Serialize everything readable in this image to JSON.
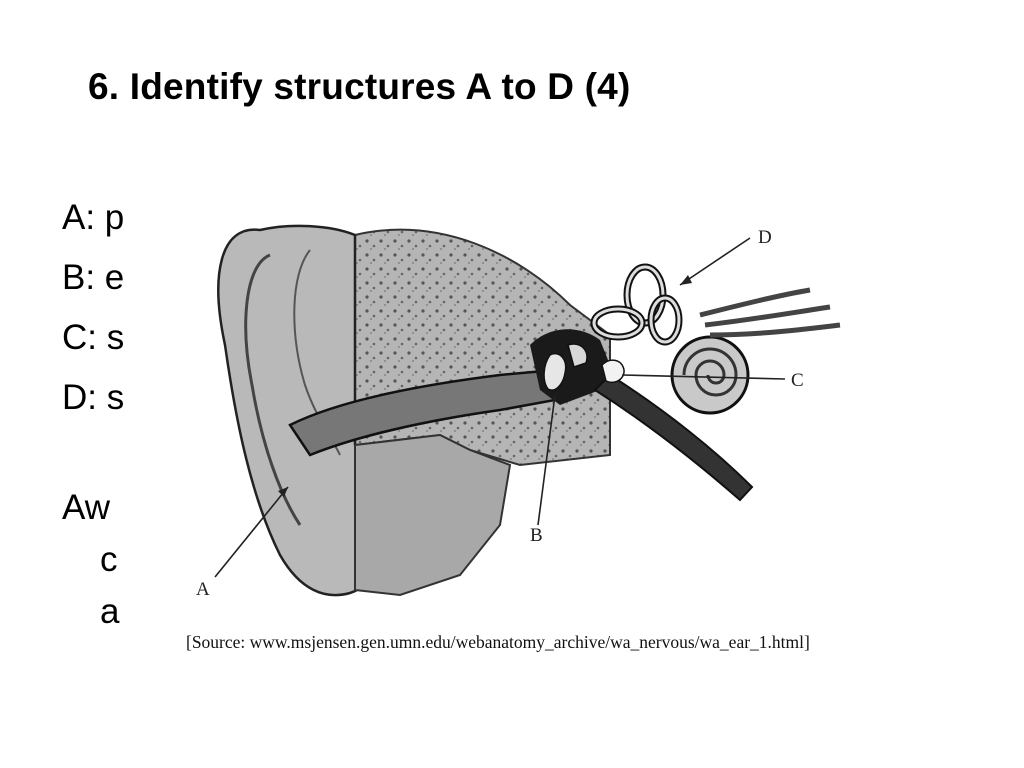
{
  "slide": {
    "title": "6. Identify structures A to D (4)"
  },
  "answers": [
    {
      "id": "a",
      "text": "A: p"
    },
    {
      "id": "b",
      "text": "B: e"
    },
    {
      "id": "c",
      "text": "C: s"
    },
    {
      "id": "d",
      "text": "D: s"
    }
  ],
  "award_note": {
    "line1": "Aw",
    "line2": "c",
    "line3": "a"
  },
  "figure": {
    "labels": {
      "A": "A",
      "B": "B",
      "C": "C",
      "D": "D"
    },
    "source": "[Source: www.msjensen.gen.umn.edu/webanatomy_archive/wa_nervous/wa_ear_1.html]"
  }
}
